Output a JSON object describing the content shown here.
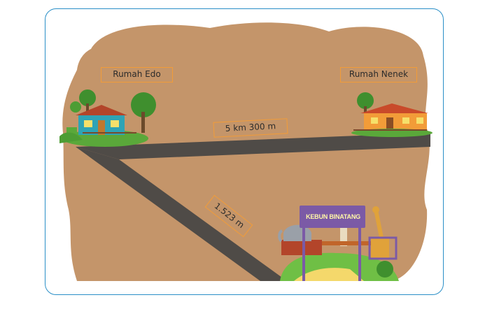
{
  "labels": {
    "edo_house": "Rumah Edo",
    "grandma_house": "Rumah Nenek",
    "distance_main_road": "5 km 300 m",
    "distance_branch_road": "1.523 m",
    "zoo_sign": "KEBUN BINATANG"
  },
  "colors": {
    "frame_border": "#2a8fc7",
    "ground": "#c4956a",
    "road": "#4f4b47",
    "label_border": "#f29c38",
    "sign_board": "#7b5aa6"
  }
}
